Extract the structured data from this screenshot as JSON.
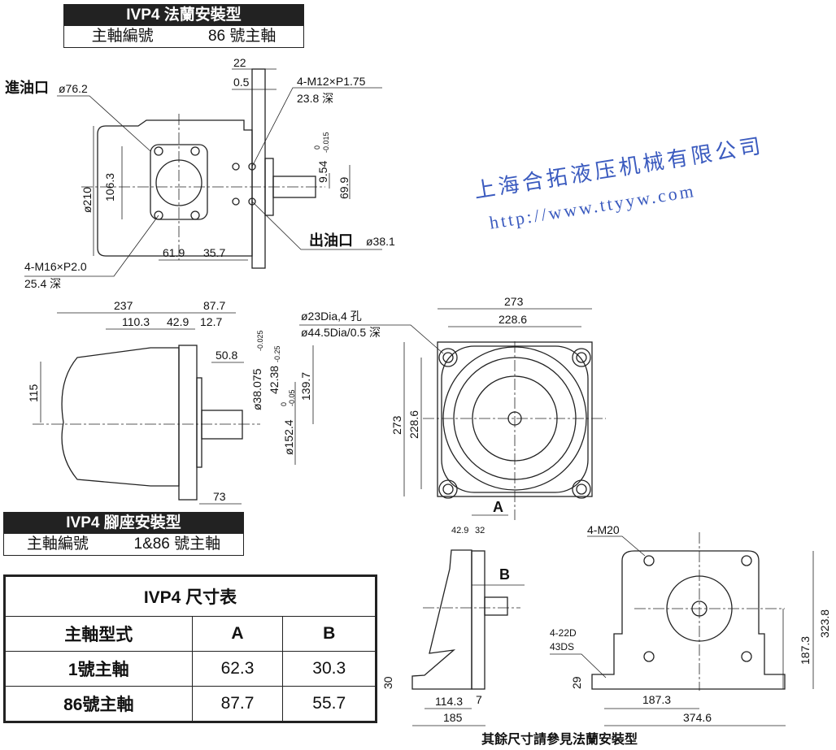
{
  "flange_header": {
    "title": "IVP4 法蘭安裝型",
    "shaft_label": "主軸編號",
    "shaft_value": "86 號主軸"
  },
  "foot_header": {
    "title": "IVP4 腳座安裝型",
    "shaft_label": "主軸編號",
    "shaft_value": "1&86 號主軸"
  },
  "size_table": {
    "title": "IVP4 尺寸表",
    "columns": [
      "主軸型式",
      "A",
      "B"
    ],
    "rows": [
      [
        "1號主軸",
        "62.3",
        "30.3"
      ],
      [
        "86號主軸",
        "87.7",
        "55.7"
      ]
    ]
  },
  "top_view": {
    "inlet_label": "進油口",
    "inlet_dia": "ø76.2",
    "outlet_label": "出油口",
    "outlet_dia": "ø38.1",
    "thread_top": "4-M12×P1.75",
    "depth_top": "23.8 深",
    "thread_bottom": "4-M16×P2.0",
    "depth_bottom": "25.4 深",
    "d22": "22",
    "d05": "0.5",
    "d210": "ø210",
    "d1063": "106.3",
    "d619": "61.9",
    "d357": "35.7",
    "d954": "9.54",
    "d954_tol_up": "0",
    "d954_tol_low": "-0.015",
    "d699": "69.9"
  },
  "side_view": {
    "d237": "237",
    "d877": "87.7",
    "d1103": "110.3",
    "d429": "42.9",
    "d127": "12.7",
    "d115": "115",
    "d508": "50.8",
    "d38075": "ø38.075",
    "d38075_tol": "-0.025",
    "d4238": "42.38",
    "d4238_tol": "-0.25",
    "d1524": "ø152.4",
    "d1524_tol": "-0.05",
    "tol_zero": "0",
    "d1397": "139.7",
    "d73": "73"
  },
  "front_view": {
    "hole_note1": "ø23Dia,4 孔",
    "hole_note2": "ø44.5Dia/0.5 深",
    "d273w": "273",
    "d2286w": "228.6",
    "d273h": "273",
    "d2286h": "228.6",
    "view_a": "A"
  },
  "bracket": {
    "d429": "42.9",
    "d32": "32",
    "label_b": "B",
    "d30": "30",
    "d1143": "114.3",
    "d7": "7",
    "d185": "185",
    "m20": "4-M20",
    "d22d": "4-22D",
    "d43ds": "43DS",
    "d29": "29",
    "d1873h": "187.3",
    "d3238": "323.8",
    "d1873w": "187.3",
    "d3746": "374.6",
    "note": "其餘尺寸請參見法蘭安裝型"
  },
  "watermark": {
    "company": "上海合拓液压机械有限公司",
    "url": "http://www.ttyyw.com"
  }
}
